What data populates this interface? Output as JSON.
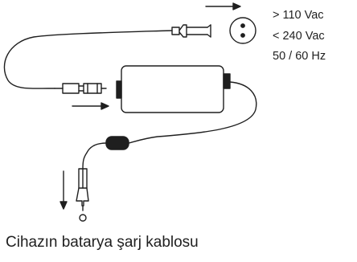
{
  "specs": {
    "min_voltage": "> 110 Vac",
    "max_voltage": "< 240 Vac",
    "frequency": "50 / 60 Hz"
  },
  "caption": "Cihazın batarya şarj kablosu",
  "colors": {
    "line": "#1f1f1f",
    "background": "#ffffff"
  }
}
